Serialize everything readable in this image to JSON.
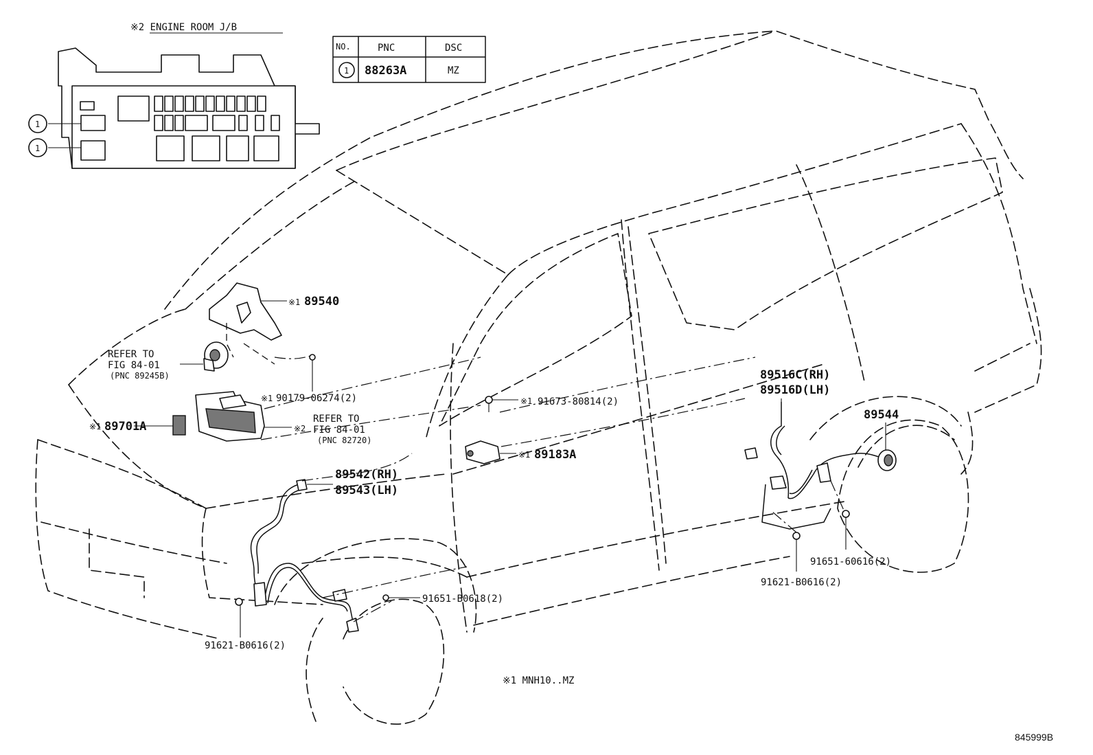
{
  "header": {
    "jb_title": "※2 ENGINE ROOM J/B"
  },
  "table": {
    "columns": [
      "NO.",
      "PNC",
      "DSC"
    ],
    "rows": [
      {
        "no": "1",
        "pnc": "88263A",
        "dsc": "MZ"
      }
    ]
  },
  "jb_callouts": [
    "1",
    "1"
  ],
  "labels": {
    "p89540": "89540",
    "p89540_mark": "※1",
    "refer1_line1": "REFER TO",
    "refer1_line2": "FIG 84-01",
    "refer1_line3": "(PNC 89245B)",
    "p90179": "90179-06274(2)",
    "p90179_mark": "※1",
    "p89701A": "89701A",
    "p89701A_mark": "※1",
    "refer2_mark": "※2",
    "refer2_line1": "REFER TO",
    "refer2_line2": "FIG 84-01",
    "refer2_line3": "(PNC 82720)",
    "p91673": "91673-80814(2)",
    "p91673_mark": "※1",
    "p89183A": "89183A",
    "p89183A_mark": "※1",
    "p89542": "89542(RH)",
    "p89543": "89543(LH)",
    "p89516C": "89516C(RH)",
    "p89516D": "89516D(LH)",
    "p89544": "89544",
    "p91651_606": "91651-60616(2)",
    "p91621_rear": "91621-B0616(2)",
    "p91651_b06": "91651-B0618(2)",
    "p91621_front": "91621-B0616(2)",
    "footnote": "※1  MNH10..MZ",
    "diagram_id": "845999B"
  }
}
